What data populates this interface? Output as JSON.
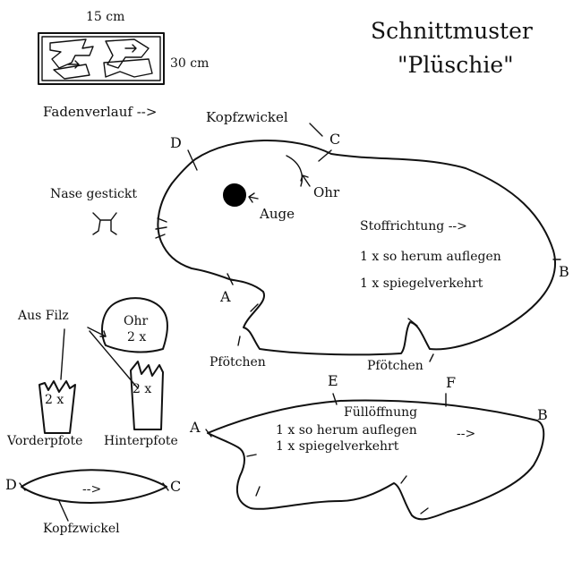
{
  "diagram": {
    "title_line1": "Schnittmuster",
    "title_line2": "\"Plüschie\"",
    "layout_box": {
      "width_label": "15 cm",
      "height_label": "30 cm"
    },
    "grain_label": "Fadenverlauf -->",
    "body_piece": {
      "label_head_gusset": "Kopfzwickel",
      "letter_d": "D",
      "letter_c": "C",
      "letter_a": "A",
      "letter_b": "B",
      "ear_label": "Ohr",
      "eye_label": "Auge",
      "nose_label": "Nase gestickt",
      "fabric_direction": "Stoffrichtung -->",
      "instruction_1": "1 x so herum auflegen",
      "instruction_2": "1 x spiegelverkehrt",
      "paw_label_left": "Pfötchen",
      "paw_label_right": "Pfötchen"
    },
    "felt_parts": {
      "label": "Aus Filz",
      "ear_piece_label": "Ohr",
      "ear_piece_count": "2 x",
      "front_paw_count": "2 x",
      "hind_paw_count": "2 x",
      "front_paw_label": "Vorderpfote",
      "hind_paw_label": "Hinterpfote"
    },
    "belly_piece": {
      "letter_a": "A",
      "letter_b": "B",
      "letter_e": "E",
      "letter_f": "F",
      "opening_label": "Füllöffnung",
      "instruction_1": "1 x so herum auflegen",
      "instruction_2": "1 x spiegelverkehrt",
      "arrow_label": "-->"
    },
    "head_gusset_piece": {
      "letter_d": "D",
      "letter_c": "C",
      "arrow_label": "-->",
      "label": "Kopfzwickel"
    }
  }
}
